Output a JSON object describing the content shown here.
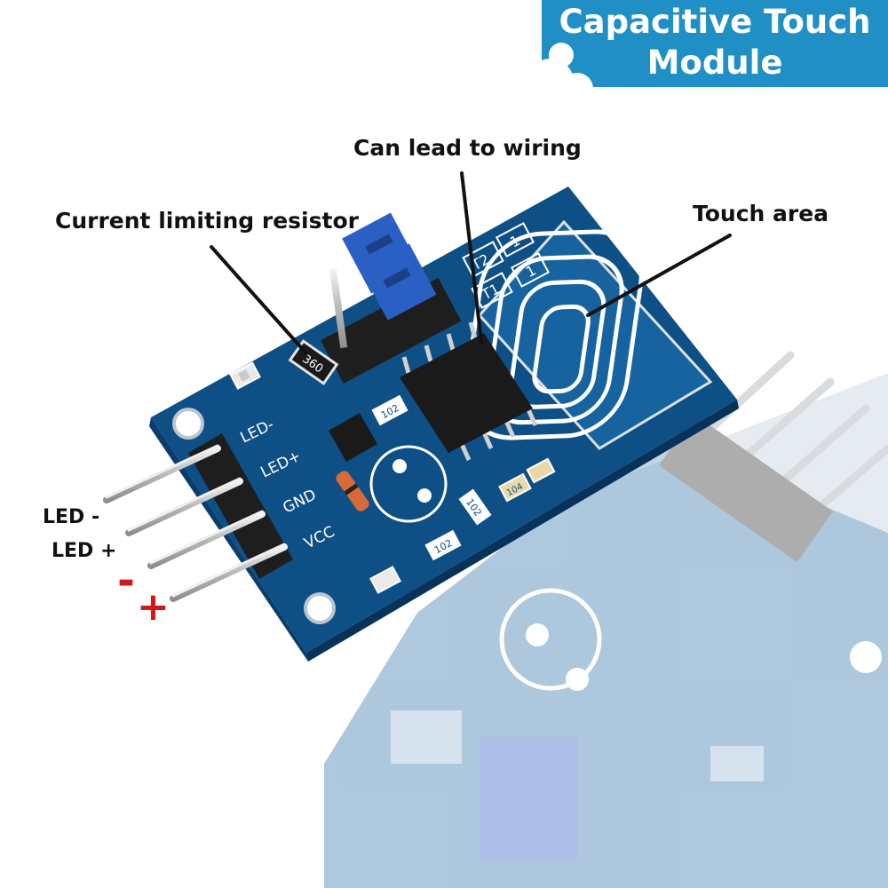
{
  "banner": {
    "title_line1": "Capacitive Touch",
    "title_line2": "Module",
    "color": "#1f8fc6"
  },
  "annotations": {
    "wiring": "Can lead to wiring",
    "resistor": "Current limiting resistor",
    "touch": "Touch area",
    "led_minus": "LED -",
    "led_plus": "LED +",
    "minus_sign": "-",
    "plus_sign": "+"
  },
  "board": {
    "color": "#0e4f86",
    "pin_labels": [
      "LED-",
      "LED+",
      "GND",
      "VCC"
    ],
    "jumper_labels": [
      "T2",
      "T1"
    ],
    "jumper_values": [
      "1",
      "1"
    ],
    "resistor_marking": "360",
    "smd_markings": [
      "102",
      "102",
      "102",
      "104"
    ]
  }
}
